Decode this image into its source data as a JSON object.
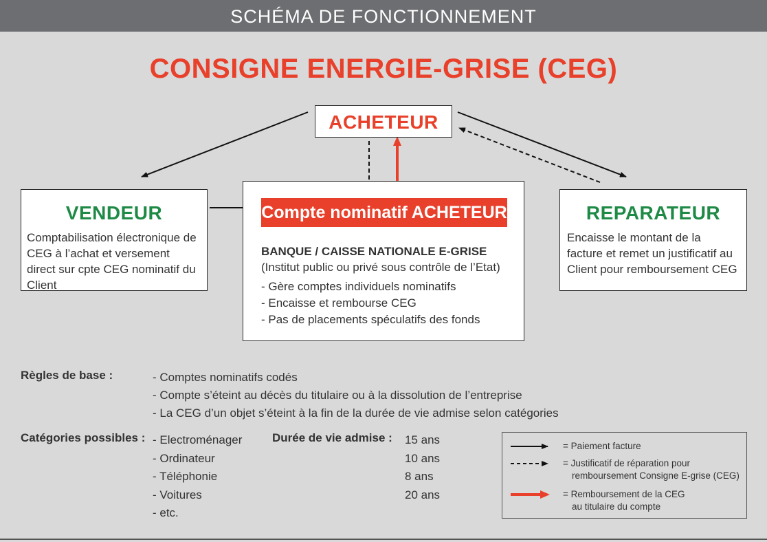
{
  "header": {
    "title": "SCHÉMA DE FONCTIONNEMENT"
  },
  "main_title": "CONSIGNE ENERGIE-GRISE (CEG)",
  "acheteur": {
    "label": "ACHETEUR"
  },
  "vendeur": {
    "title": "VENDEUR",
    "text": "Comptabilisation électronique de CEG à l’achat et versement direct sur cpte CEG nominatif du Client"
  },
  "reparateur": {
    "title": "REPARATEUR",
    "text": "Encaisse le montant de la facture et remet un justificatif au Client pour remboursement CEG"
  },
  "banque": {
    "compte_label": "Compte nominatif ACHETEUR",
    "title": "BANQUE / CAISSE NATIONALE E-GRISE",
    "subtitle": "(Institut public ou privé sous contrôle de l’Etat)",
    "items": [
      "- Gère comptes individuels nominatifs",
      "- Encaisse et rembourse CEG",
      "- Pas de placements spéculatifs des fonds"
    ]
  },
  "rules": {
    "label": "Règles de base :",
    "items": [
      "- Comptes nominatifs codés",
      "- Compte s’éteint au décès du titulaire ou à la dissolution de l’entreprise",
      "- La CEG d’un objet s’éteint à la fin de la durée de vie admise selon catégories"
    ]
  },
  "categories": {
    "label": "Catégories possibles :",
    "items": [
      "- Electroménager",
      "- Ordinateur",
      "- Téléphonie",
      "- Voitures",
      "- etc."
    ]
  },
  "duree": {
    "label": "Durée de vie admise :",
    "items": [
      "15 ans",
      "10 ans",
      "8 ans",
      "20 ans"
    ]
  },
  "legend": {
    "items": [
      {
        "line1": "= Paiement facture",
        "line2": ""
      },
      {
        "line1": "= Justificatif de réparation pour",
        "line2": "remboursement Consigne E-grise (CEG)"
      },
      {
        "line1": "= Remboursement de la CEG",
        "line2": "au titulaire du compte"
      }
    ]
  },
  "colors": {
    "accent_red": "#e8402a",
    "title_green": "#1e8a46",
    "header_gray": "#6d6e71",
    "background": "#d9d9d9"
  }
}
